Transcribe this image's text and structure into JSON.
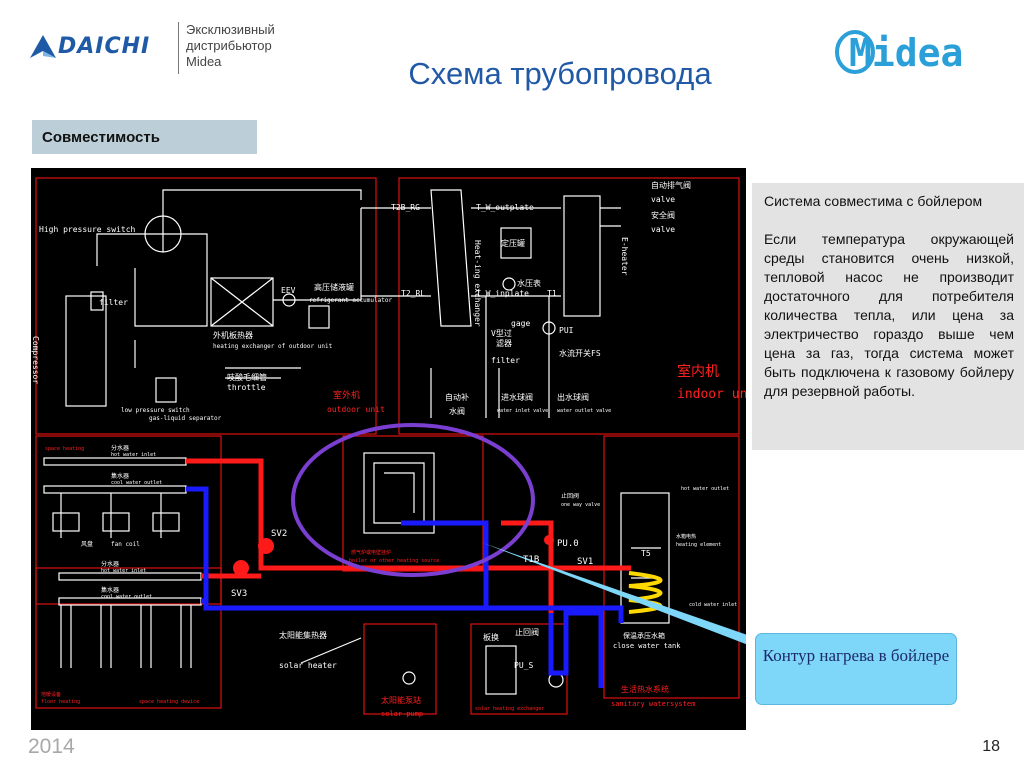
{
  "header": {
    "logo_left_text": "DAICHI",
    "distributor_line1": "Эксклюзивный",
    "distributor_line2": "дистрибьютор",
    "distributor_line3": "Midea",
    "title": "Схема трубопровода",
    "logo_right_text": "Midea"
  },
  "section": {
    "label": "Совместимость"
  },
  "description": {
    "paragraph1": "Система совместима с бойлером",
    "paragraph2": "Если температура окружающей среды становится очень низкой, тепловой насос не производит достаточного для потребителя количества тепла, или цена за электричество гораздо выше чем цена за газ, тогда система может быть подключена к газовому бойлеру для резервной работы."
  },
  "callout": {
    "text": "Контур нагрева в бойлере"
  },
  "footer": {
    "year": "2014",
    "page_number": "18"
  },
  "diagram": {
    "labels": {
      "high_pressure_switch": "High pressure switch",
      "filter_left": "filter",
      "compressor": "Compressor",
      "heating_exchanger_cn": "外机板热器",
      "heating_exchanger_en": "heating exchanger of outdoor unit",
      "eev": "EEV",
      "accumulator_cn": "高压储液罐",
      "accumulator_en": "refrigerant accumulator",
      "throttle_cn": "吱酸毛细管",
      "throttle_en": "throttle",
      "low_pressure_switch": "low pressure switch",
      "gas_liquid_separator": "gas-liquid separator",
      "t2b_rg": "T2B_RG",
      "t2_rl": "T2_RL",
      "heat_exchanger": "Heat-ing exchanger",
      "t_w_outplate": "T_W_outplate",
      "t_w_inplate": "T_W_inplate",
      "t1": "T1",
      "expansion_tank": "定压罐",
      "e_heater": "E-heater",
      "auto_vent_valve_cn": "自动排气阀",
      "valve": "valve",
      "safety_valve_cn": "安全阀",
      "water_pressure_gauge": "水压表",
      "gage": "gage",
      "y_filter_cn": "V型过",
      "filter_cn": "滤器",
      "filter_en": "filter",
      "pu1": "PUI",
      "flow_switch": "水流开关FS",
      "auto_fill_valve_cn": "自动补",
      "water_valve_cn": "水阀",
      "inlet_ball_valve": "进水球阀",
      "outlet_ball_valve": "出水球阀",
      "water_inlet_valve": "water inlet valve",
      "water_outlet_valve": "water outlet valve",
      "outdoor_unit_cn": "室外机",
      "outdoor_unit_en": "outdoor unit",
      "indoor_unit_cn": "室内机",
      "indoor_unit_en": "indoor unit",
      "space_heating": "space heating",
      "hot_water_inlet": "hot water inlet",
      "cool_water_outlet": "cool water outlet",
      "distributor_cn": "分水器",
      "collector_cn": "集水器",
      "fan_coil_cn": "风盘",
      "fan_coil_en": "fan coil",
      "sv2": "SV2",
      "sv3": "SV3",
      "check_valve_cn": "止回阀",
      "one_way_valve": "one way valve",
      "pu0": "PU.0",
      "t1b": "T1B",
      "sv1": "SV1",
      "t5": "T5",
      "hot_water_outlet": "hot water outlet",
      "electric_heater_cn": "水箱电热",
      "heating_element": "heating element",
      "cold_water_inlet": "cold water inlet",
      "water_tank_cn": "保温承压水箱",
      "closed_water_tank": "close water tank",
      "floor_heating_cn": "地暖设备",
      "floor_heating_en": "floor heating",
      "space_heating_device": "space heating device",
      "solar_heater_cn": "太阳能集热器",
      "solar_heater_en": "solar heater",
      "solar_pump_cn": "太阳能泵站",
      "solar_pump_en": "solar pump",
      "plate_hx_cn": "板换",
      "pu_s": "PU_S",
      "check_valve_2": "止回阀",
      "sanitary_system_cn": "生活热水系统",
      "sanitary_system_en": "sanitary watersystem",
      "boiler_cn": "燃气炉或电壁挂炉",
      "boiler_en": "boiler or other heating source",
      "solar_heating_exchanger": "solar heating exchanger"
    }
  },
  "colors": {
    "title_blue": "#2159a6",
    "section_bg": "#bccfd8",
    "text_box_bg": "#e3e3e3",
    "callout_bg": "#7ed6f8",
    "pipe_hot": "#ff1a1a",
    "pipe_cold": "#1a1aff",
    "highlight_ellipse": "#7a3fd0"
  },
  "icons": {
    "logo_left": "daichi-logo-icon",
    "logo_right": "midea-logo-icon"
  }
}
